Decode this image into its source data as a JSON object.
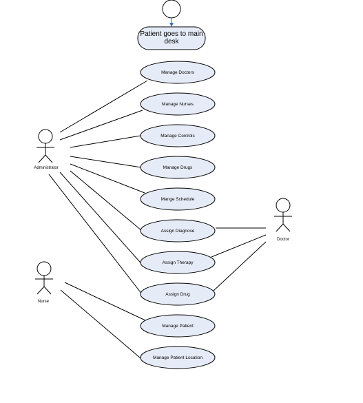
{
  "start": {
    "label_line1": "Patient goes to main",
    "label_line2": "desk"
  },
  "actors": {
    "administrator": "Administrator",
    "nurse": "Nurse",
    "doctor": "Doctor"
  },
  "usecases": {
    "manage_doctors": "Manage Doctors",
    "manage_nurses": "Manage Nurses",
    "manage_controls": "Manage Controls",
    "manage_drugs": "Manage Drugs",
    "manage_schedule": "Mange Schedule",
    "assign_diagnose": "Assign Diagnose",
    "assign_therapy": "Assign Therapy",
    "assign_drug": "Assign Drug",
    "manage_patient": "Manage Patient",
    "manage_patient_location": "Manage Patient Location"
  },
  "colors": {
    "usecase_fill": "#e6ecf7",
    "flow_arrow": "#3f6fb5"
  }
}
